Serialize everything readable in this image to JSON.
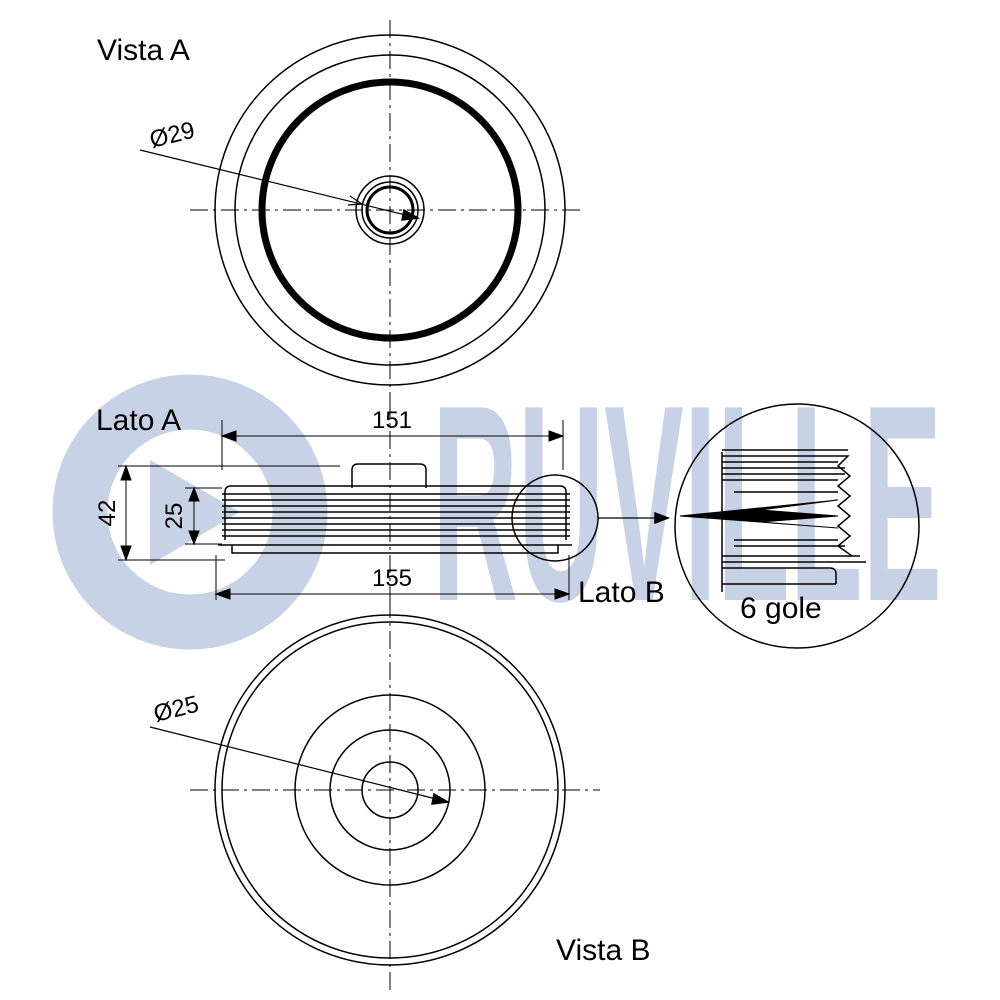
{
  "brand": {
    "name": "RUVILLE",
    "color": "#c8d2e6"
  },
  "views": {
    "vista_a": "Vista A",
    "vista_b": "Vista B",
    "lato_a": "Lato A",
    "lato_b": "Lato B"
  },
  "dimensions": {
    "bore_a": "Ø29",
    "bore_b": "Ø25",
    "width_top": "151",
    "width_bottom": "155",
    "height_total": "42",
    "height_belt": "25"
  },
  "detail": {
    "grooves": "6 gole"
  },
  "colors": {
    "line": "#000000",
    "background": "#ffffff"
  }
}
